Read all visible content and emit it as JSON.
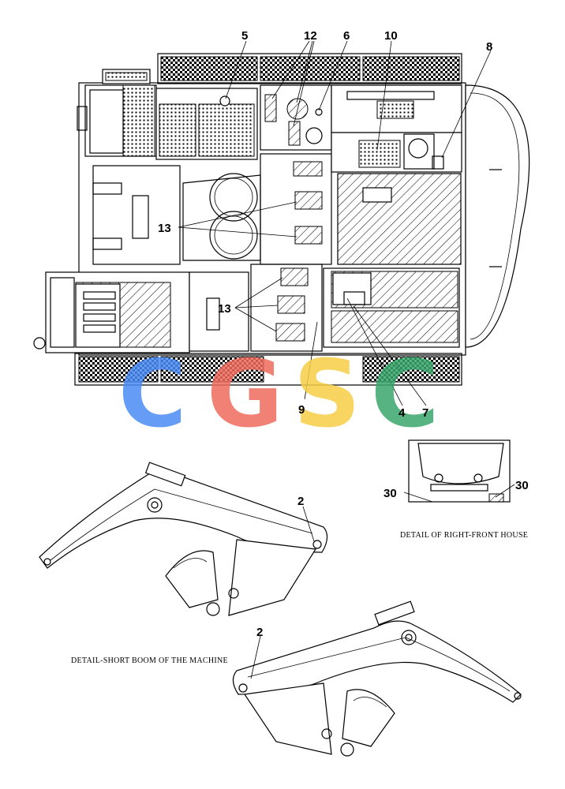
{
  "callouts": {
    "c5": "5",
    "c12": "12",
    "c6": "6",
    "c10": "10",
    "c8": "8",
    "c13a": "13",
    "c13b": "13",
    "c9": "9",
    "c4": "4",
    "c7": "7",
    "c30a": "30",
    "c30b": "30",
    "c2a": "2",
    "c2b": "2"
  },
  "captions": {
    "right_front_house": "DETAIL OF RIGHT-FRONT HOUSE",
    "short_boom": "DETAIL-SHORT BOOM OF THE MACHINE"
  },
  "watermark": {
    "letters": [
      "C",
      "G",
      "S",
      "C"
    ],
    "colors": [
      "#4b8cf5",
      "#ef6c5c",
      "#f7cd46",
      "#3aa76d"
    ]
  }
}
